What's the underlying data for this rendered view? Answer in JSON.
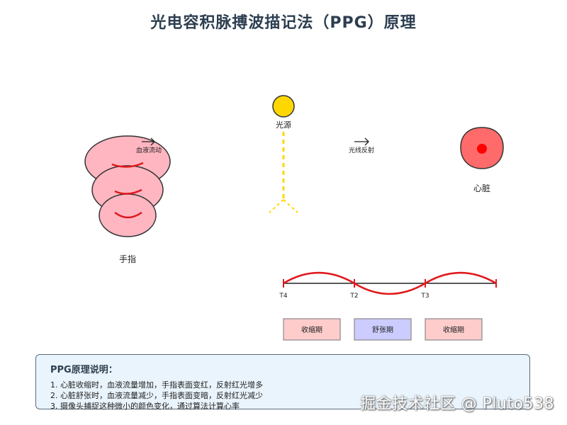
{
  "title": "光电容积脉搏波描记法（PPG）原理",
  "labels": {
    "finger": "手指",
    "light_source": "光源",
    "blood_flow": "血液流动",
    "light_reflect": "光线反射",
    "heart": "心脏",
    "time_marks": [
      "T4",
      "T2",
      "T3"
    ],
    "phases": [
      "收缩期",
      "舒张期",
      "收缩期"
    ]
  },
  "colors": {
    "title": "#2c3e50",
    "finger_fill": "#ffb6c1",
    "vessel": "#e0191d",
    "light": "#ffd700",
    "heart_outer": "#ff6b6b",
    "heart_inner": "#ff0000",
    "wave": "#e0191d",
    "systole_fill": "#ffcccc",
    "diastole_fill": "#ccccff",
    "info_bg": "#eaf4fc"
  },
  "info": {
    "title": "PPG原理说明：",
    "lines": [
      "1. 心脏收缩时，血液流量增加，手指表面变红，反射红光增多",
      "2. 心脏舒张时，血液流量减少，手指表面变暗，反射红光减少",
      "3. 摄像头捕捉这种微小的颜色变化，通过算法计算心率"
    ]
  },
  "watermark": "掘金技术社区 @ Pluto538"
}
